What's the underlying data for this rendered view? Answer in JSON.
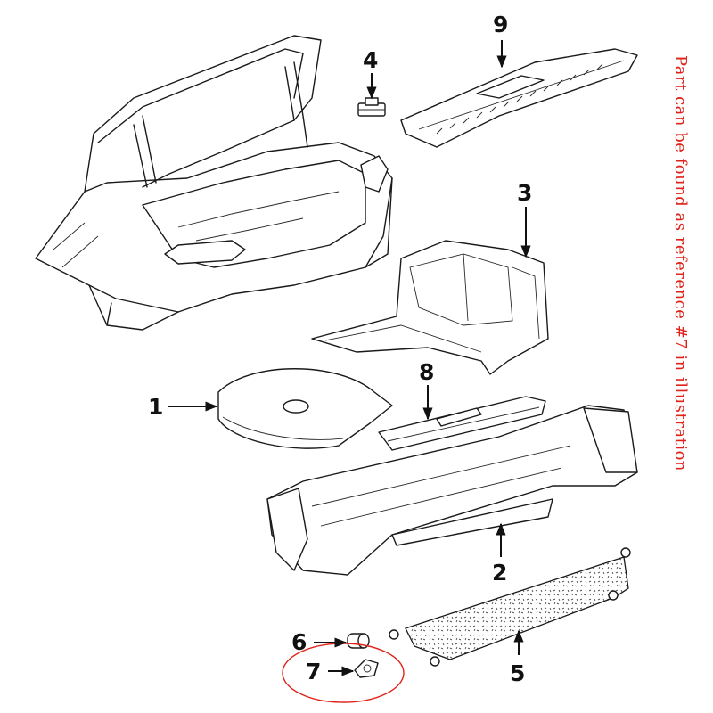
{
  "callouts": [
    {
      "label": "1"
    },
    {
      "label": "2"
    },
    {
      "label": "3"
    },
    {
      "label": "4"
    },
    {
      "label": "5"
    },
    {
      "label": "6"
    },
    {
      "label": "7"
    },
    {
      "label": "8"
    },
    {
      "label": "9"
    }
  ],
  "note": {
    "text": "Part can be found as reference #7 in illustration",
    "color": "#e0231a"
  },
  "highlight": {
    "ref": "7",
    "color": "#e0231a"
  }
}
